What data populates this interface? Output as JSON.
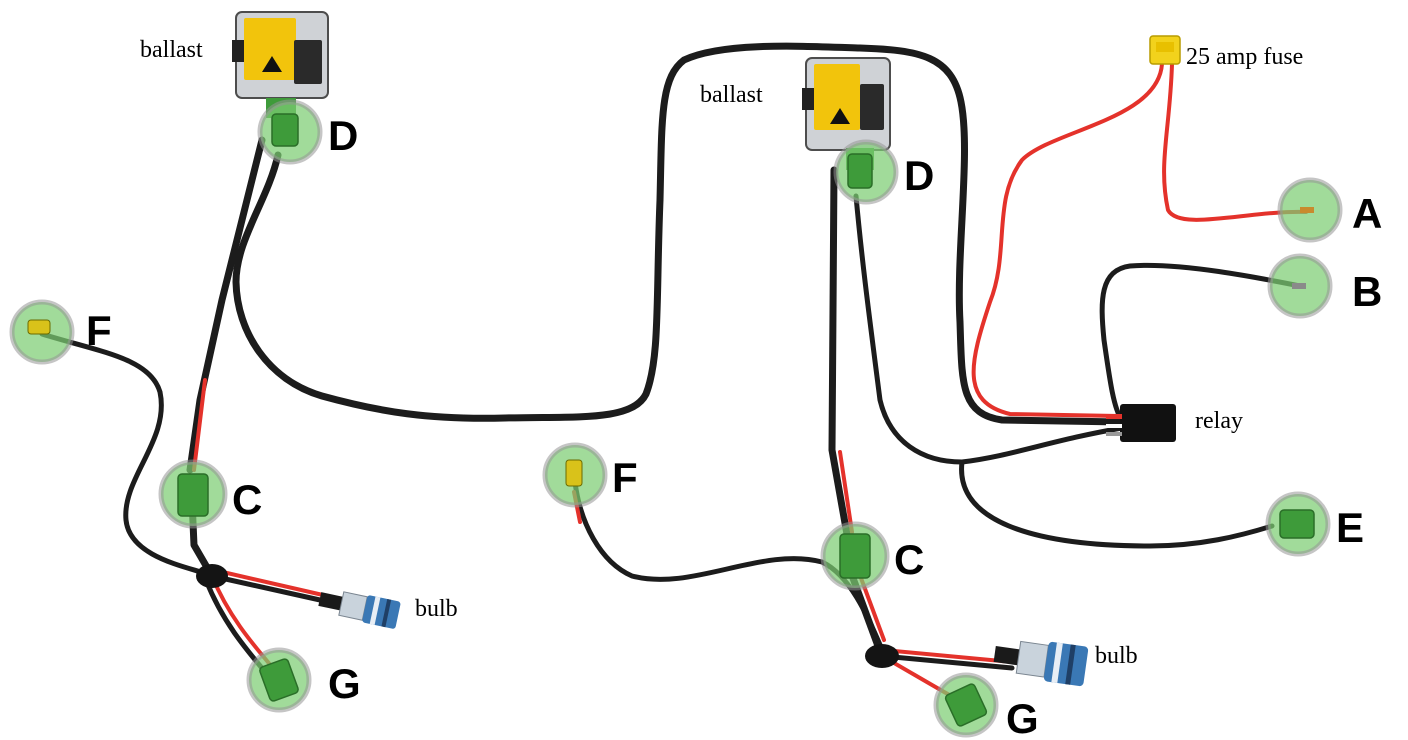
{
  "labels": {
    "ballast_left": "ballast",
    "ballast_right": "ballast",
    "fuse": "25 amp fuse",
    "relay": "relay",
    "bulb_left": "bulb",
    "bulb_right": "bulb"
  },
  "connectors": {
    "a": "A",
    "b": "B",
    "c_left": "C",
    "c_right": "C",
    "d_left": "D",
    "d_right": "D",
    "e": "E",
    "f_left": "F",
    "f_right": "F",
    "g_left": "G",
    "g_right": "G"
  },
  "colors": {
    "wire": "#1c1c1c",
    "power_wire": "#e4322b",
    "ballast_label": "#f2c40c",
    "connector_plug": "#3e9b3a"
  }
}
